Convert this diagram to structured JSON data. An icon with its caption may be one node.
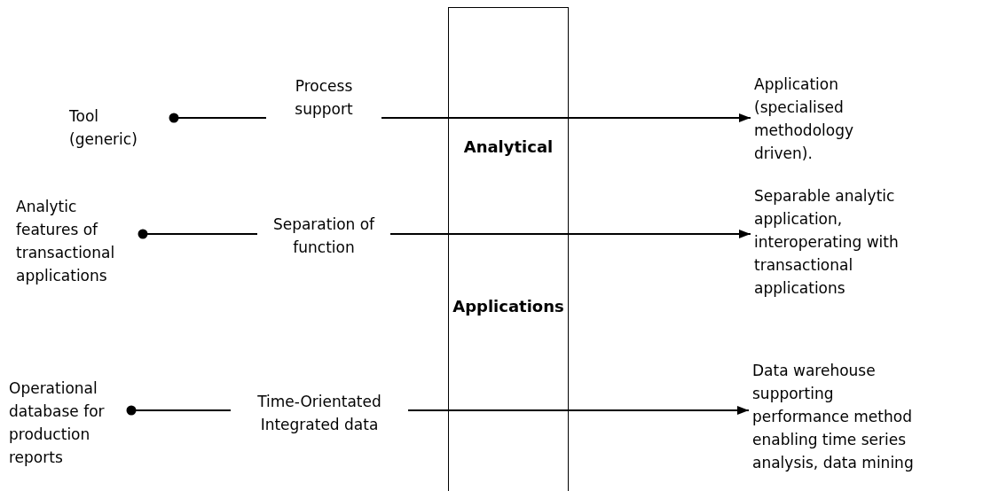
{
  "diagram": {
    "nodes": [
      {
        "text": [
          "Tool (generic)"
        ]
      },
      {
        "text": [
          "Application (specialised methodology driven)."
        ]
      },
      {
        "text": [
          "Analytic features of transactional applications"
        ]
      },
      {
        "text": [
          "Separable analytic application, interoperating with transactional applications"
        ]
      },
      {
        "text": [
          "Operational database for production reports"
        ]
      },
      {
        "text": [
          "Data warehouse supporting performance method enabling time series analysis, data mining"
        ]
      }
    ],
    "edges": [
      {
        "from": 0,
        "to": 1,
        "arrow": "to",
        "label": "Process support"
      },
      {
        "from": 2,
        "to": 3,
        "arrow": "to",
        "label": "Separation of function"
      },
      {
        "from": 4,
        "to": 5,
        "arrow": "to",
        "label": "Time-Orientated Integrated data"
      }
    ],
    "labels": [
      "Analytical",
      "Applications"
    ]
  }
}
